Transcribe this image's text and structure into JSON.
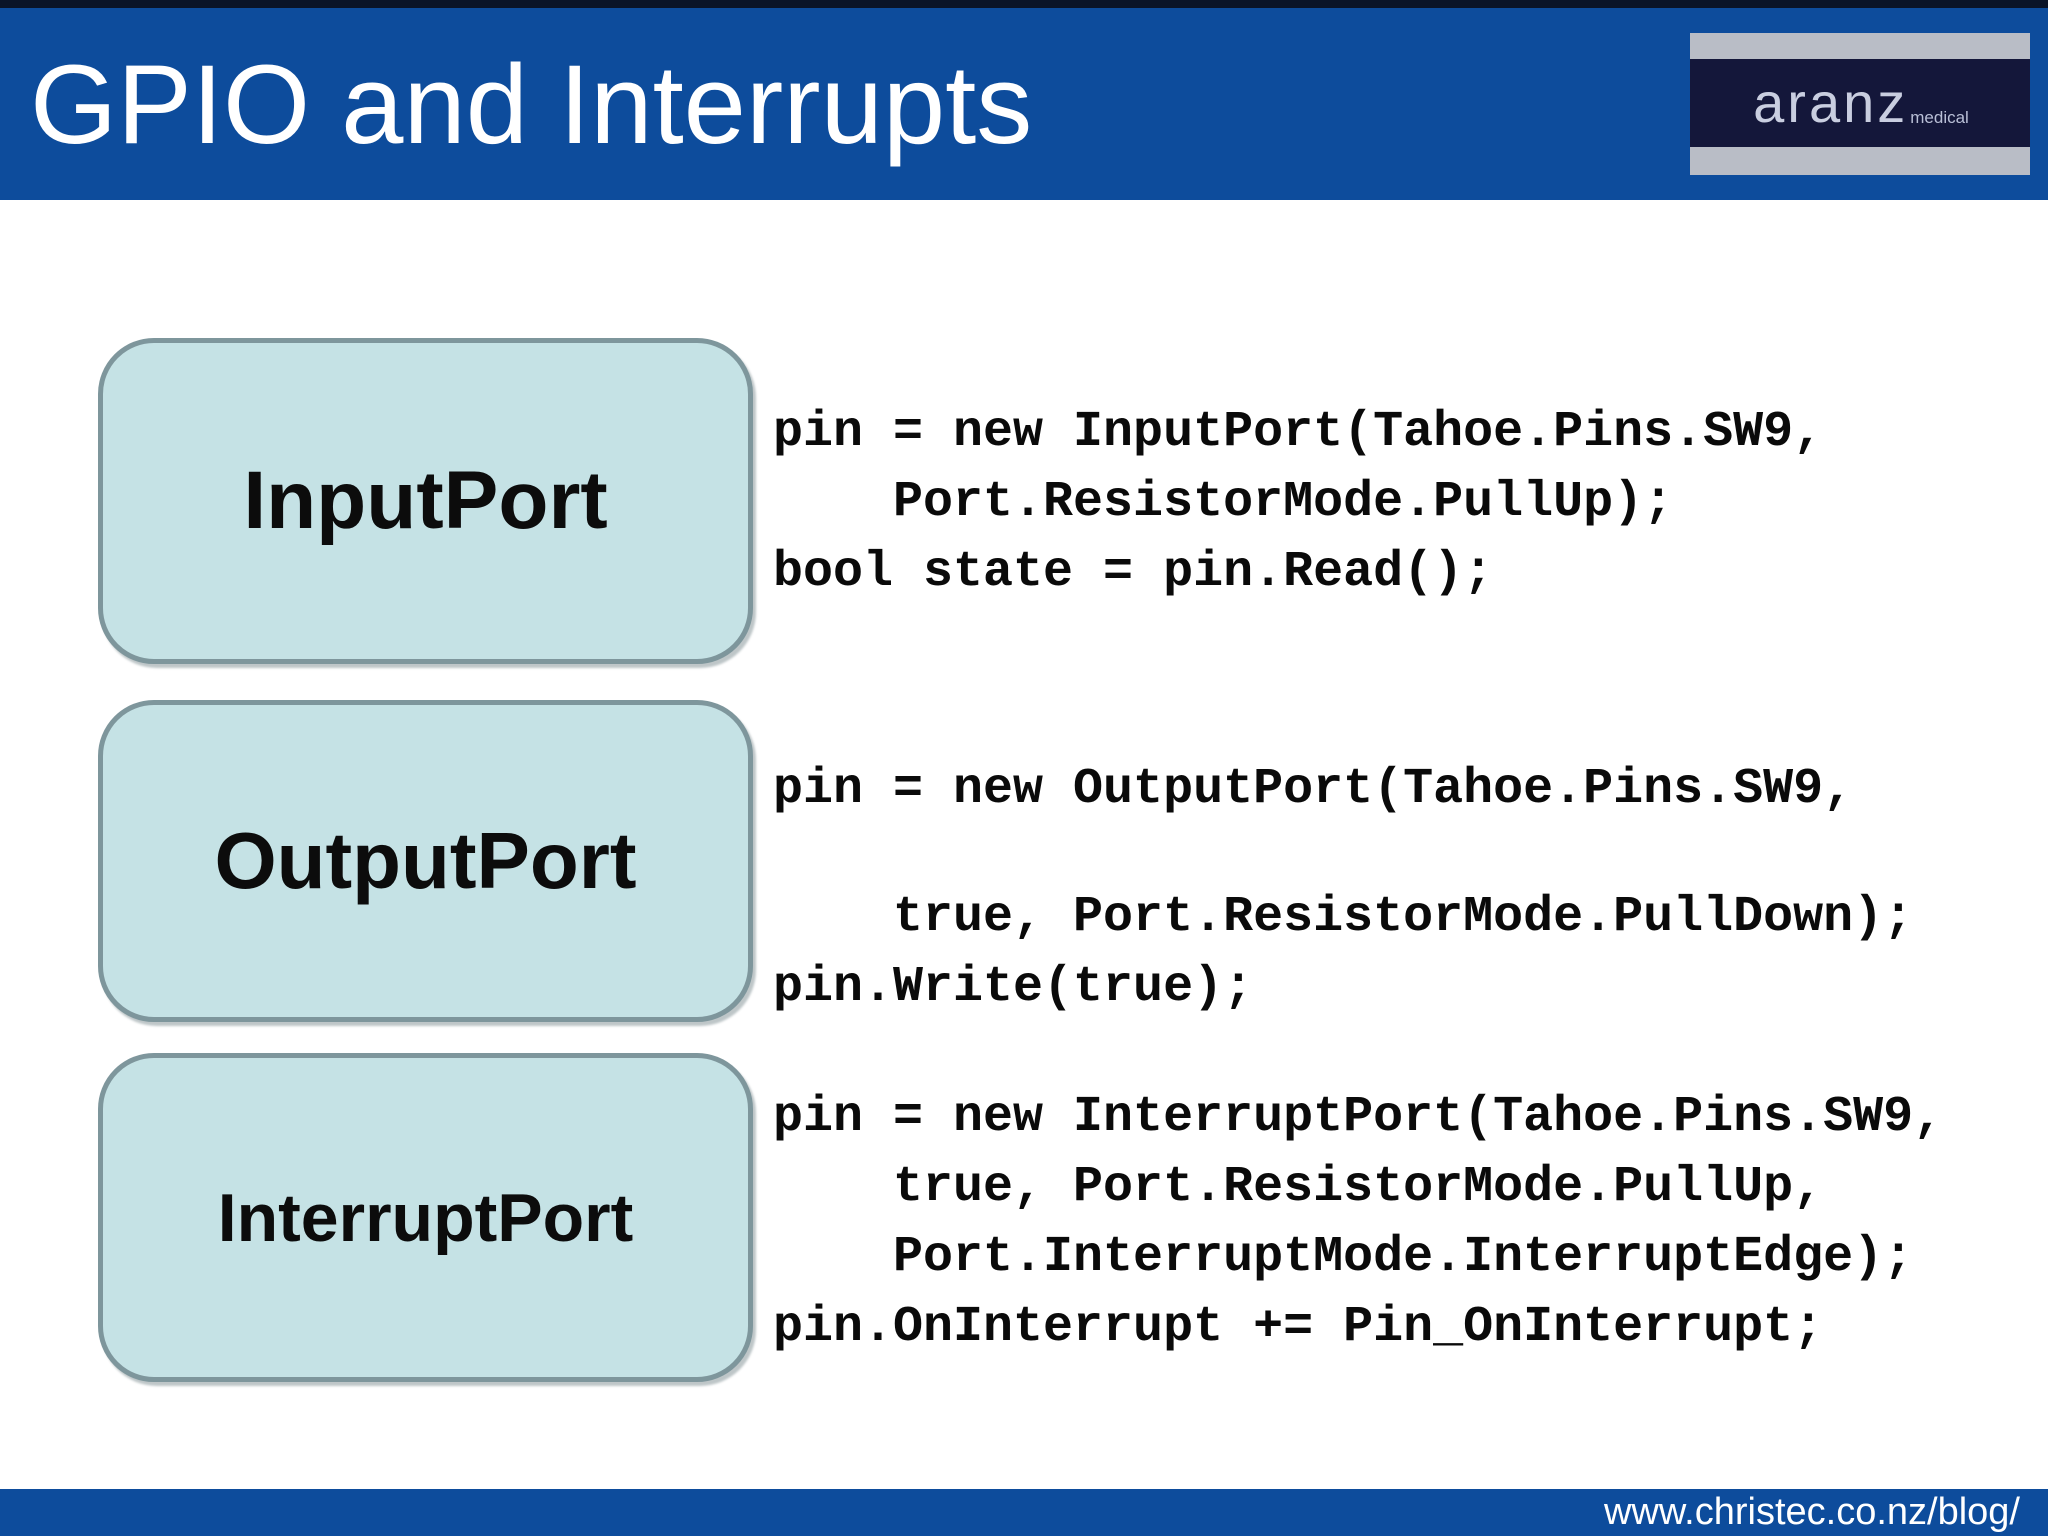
{
  "header": {
    "title": "GPIO and Interrupts"
  },
  "logo": {
    "brand": "aranz",
    "sub": "medical"
  },
  "sections": [
    {
      "label": "InputPort",
      "code": [
        "pin = new InputPort(Tahoe.Pins.SW9,",
        "    Port.ResistorMode.PullUp);",
        "bool state = pin.Read();"
      ]
    },
    {
      "label": "OutputPort",
      "code": [
        "pin = new OutputPort(Tahoe.Pins.SW9,",
        "",
        "    true, Port.ResistorMode.PullDown);",
        "pin.Write(true);"
      ]
    },
    {
      "label": "InterruptPort",
      "code": [
        "pin = new InterruptPort(Tahoe.Pins.SW9,",
        "    true, Port.ResistorMode.PullUp,",
        "    Port.InterruptMode.InterruptEdge);",
        "pin.OnInterrupt += Pin_OnInterrupt;"
      ]
    }
  ],
  "footer": {
    "url": "www.christec.co.nz/blog/"
  },
  "colors": {
    "header_blue": "#0d4c9c",
    "box_fill": "#c5e2e5",
    "box_border": "#7e969c",
    "logo_navy": "#14173a",
    "logo_gray": "#b9bdc6",
    "code_text": "#0a0a0a"
  }
}
